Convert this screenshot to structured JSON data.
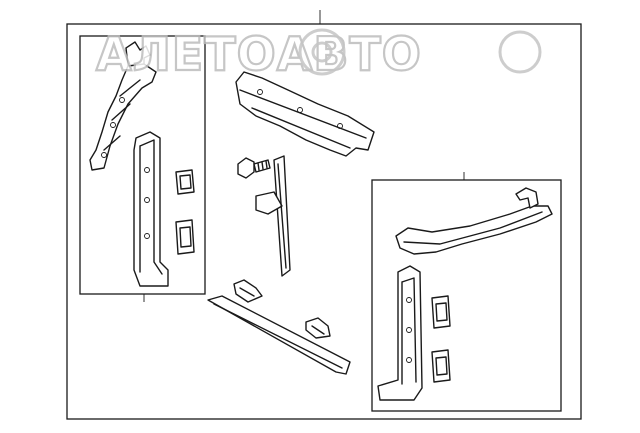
{
  "watermark": {
    "text": "АЛЕТОАВТО",
    "color": "#bdbdbd"
  },
  "diagram": {
    "line_color": "#1a1a1a",
    "background": "#ffffff",
    "groups": [
      "outer-assembly",
      "left-subassembly",
      "right-subassembly"
    ]
  }
}
